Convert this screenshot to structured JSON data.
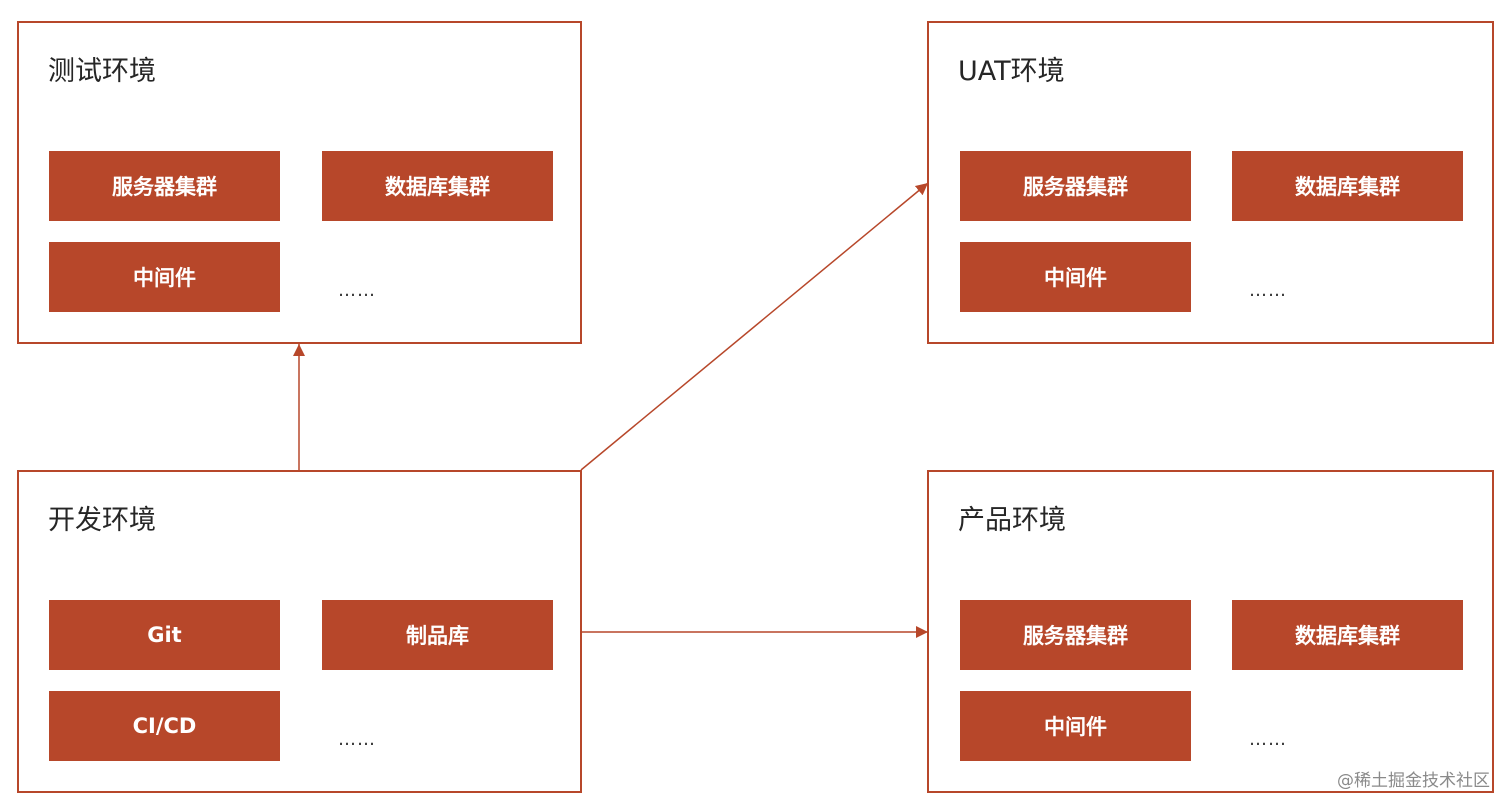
{
  "colors": {
    "accent": "#b7472a",
    "text": "#262626",
    "background": "#ffffff"
  },
  "environments": {
    "test": {
      "title": "测试环境",
      "items": [
        "服务器集群",
        "数据库集群",
        "中间件"
      ],
      "more": "……"
    },
    "uat": {
      "title": "UAT环境",
      "items": [
        "服务器集群",
        "数据库集群",
        "中间件"
      ],
      "more": "……"
    },
    "dev": {
      "title": "开发环境",
      "items": [
        "Git",
        "制品库",
        "CI/CD"
      ],
      "more": "……"
    },
    "prod": {
      "title": "产品环境",
      "items": [
        "服务器集群",
        "数据库集群",
        "中间件"
      ],
      "more": "……"
    }
  },
  "edges": [
    {
      "from": "开发环境",
      "to": "测试环境"
    },
    {
      "from": "开发环境",
      "to": "UAT环境"
    },
    {
      "from": "开发环境",
      "to": "产品环境"
    }
  ],
  "watermark": "@稀土掘金技术社区"
}
